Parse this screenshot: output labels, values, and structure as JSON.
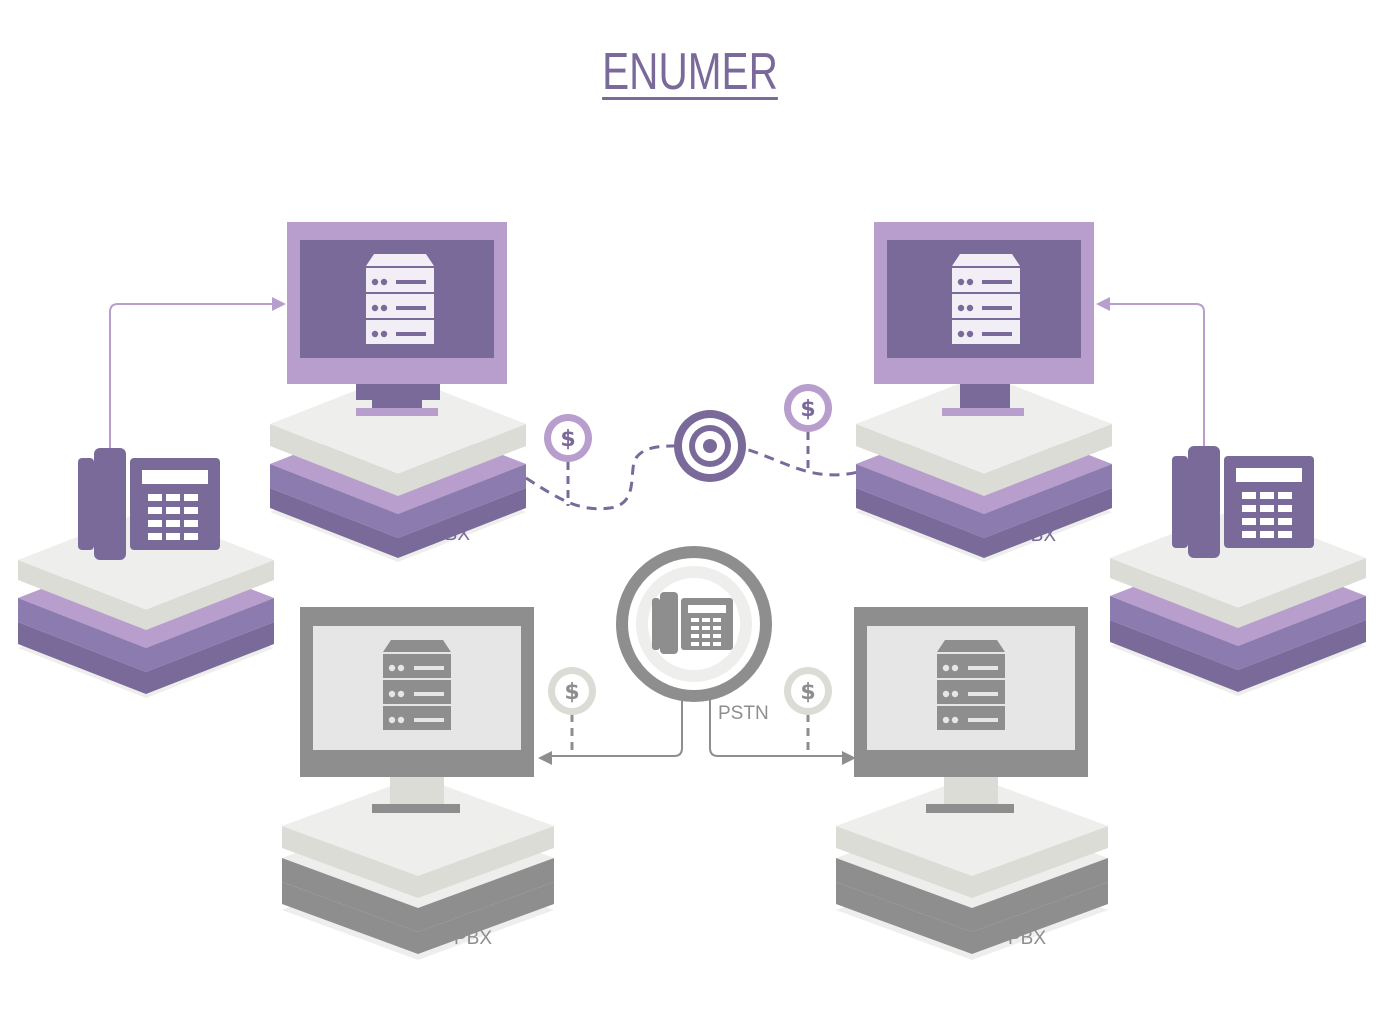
{
  "title": "ENUMER",
  "labels": {
    "pbx_top_left": "PBX",
    "pbx_top_right": "PBX",
    "pbx_bottom_left": "PBX",
    "pbx_bottom_right": "PBX",
    "pstn": "PSTN"
  },
  "cost_symbol": "$",
  "colors": {
    "purple_dark": "#7A6A9A",
    "purple_light": "#B89ECC",
    "purple_mid": "#8C7BAE",
    "gray_dark": "#8E8E8E",
    "gray_light": "#DCDCD6",
    "gray_pale": "#EEEEEC",
    "screen_gray": "#E6E6E6"
  }
}
